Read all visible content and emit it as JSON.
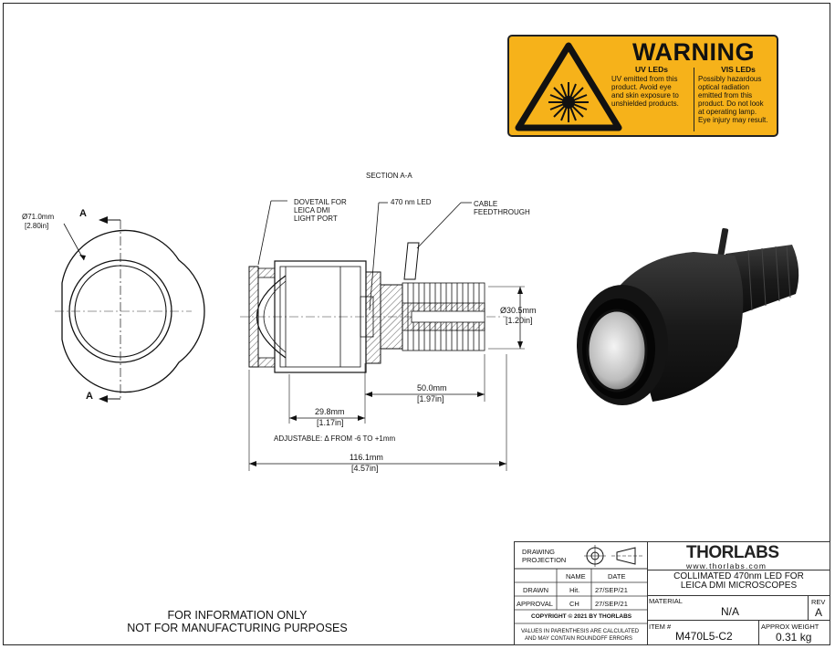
{
  "warning": {
    "title": "WARNING",
    "uv_heading": "UV LEDs",
    "uv_lines": [
      "UV emitted from this",
      "product. Avoid eye",
      "and skin exposure to",
      "unshielded products."
    ],
    "vis_heading": "VIS LEDs",
    "vis_lines": [
      "Possibly hazardous",
      "optical radiation",
      "emitted from this",
      "product. Do not look",
      "at operating lamp.",
      "Eye injury may result."
    ],
    "bg_color": "#f6b21a"
  },
  "section_title": "SECTION A-A",
  "section_marker": "A",
  "front_view": {
    "diameter_mm": "Ø71.0mm",
    "diameter_in": "[2.80in]"
  },
  "callouts": {
    "dovetail": [
      "DOVETAIL FOR",
      "LEICA DMI",
      "LIGHT PORT"
    ],
    "led": "470 nm LED",
    "cable": [
      "CABLE",
      "FEEDTHROUGH"
    ]
  },
  "dimensions": {
    "d30_mm": "Ø30.5mm",
    "d30_in": "[1.20in]",
    "len50_mm": "50.0mm",
    "len50_in": "[1.97in]",
    "len29_mm": "29.8mm",
    "len29_in": "[1.17in]",
    "adjustable": "ADJUSTABLE: Δ FROM -6 TO +1mm",
    "len116_mm": "116.1mm",
    "len116_in": "[4.57in]"
  },
  "notes": [
    "FOR INFORMATION ONLY",
    "NOT FOR MANUFACTURING PURPOSES"
  ],
  "title_block": {
    "drawing_projection": [
      "DRAWING",
      "PROJECTION"
    ],
    "name_header": "NAME",
    "date_header": "DATE",
    "drawn_label": "DRAWN",
    "drawn_name": "Hit.",
    "drawn_date": "27/SEP/21",
    "approval_label": "APPROVAL",
    "approval_name": "CH",
    "approval_date": "27/SEP/21",
    "copyright": "COPYRIGHT © 2021 BY THORLABS",
    "roundoff": [
      "VALUES IN PARENTHESIS ARE CALCULATED",
      "AND MAY CONTAIN ROUNDOFF ERRORS"
    ],
    "logo": "THORLABS",
    "website": "www.thorlabs.com",
    "description": [
      "COLLIMATED 470nm LED FOR",
      "LEICA DMI MICROSCOPES"
    ],
    "material_label": "MATERIAL",
    "material_value": "N/A",
    "rev_label": "REV",
    "rev_value": "A",
    "item_label": "ITEM #",
    "item_value": "M470L5-C2",
    "weight_label": "APPROX WEIGHT",
    "weight_value": "0.31 kg"
  }
}
